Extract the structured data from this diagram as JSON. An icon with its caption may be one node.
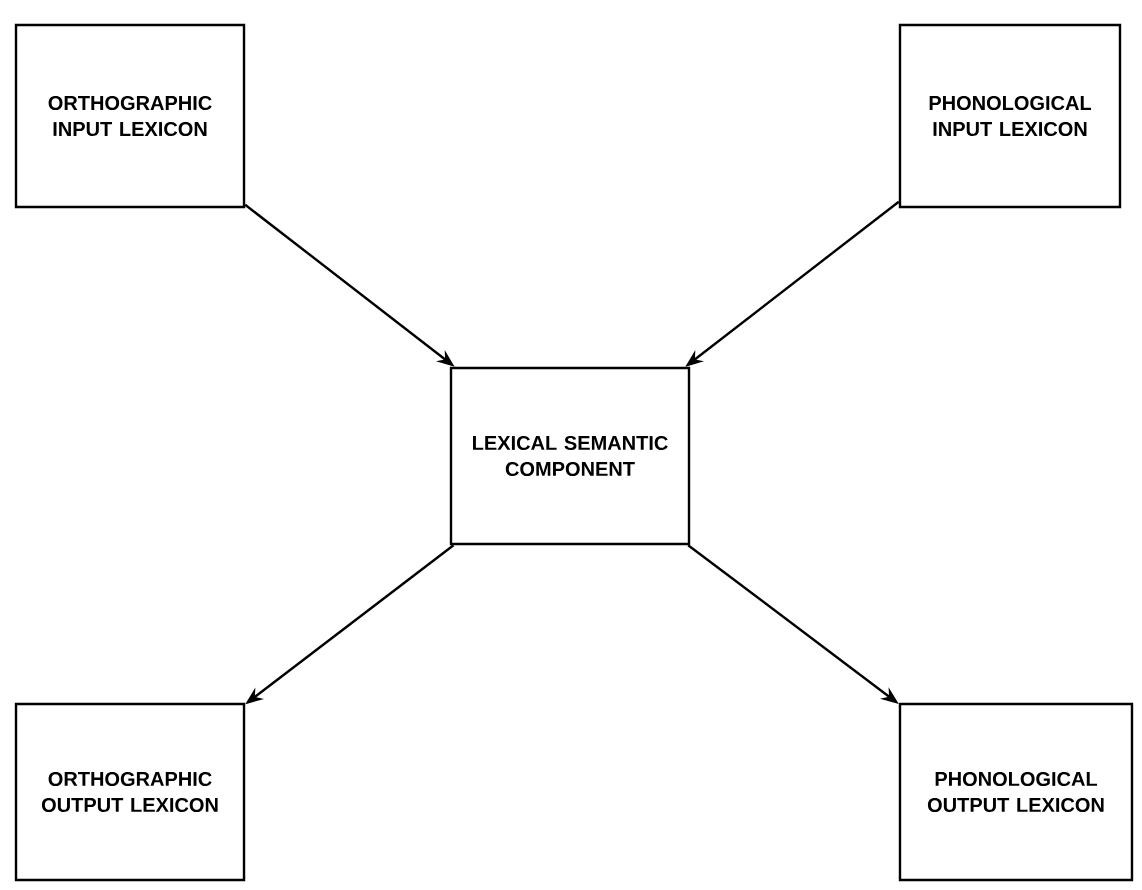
{
  "diagram": {
    "nodes": [
      {
        "text": [
          "ORTHOGRAPHIC INPUT LEXICON"
        ]
      },
      {
        "text": [
          "PHONOLOGICAL INPUT LEXICON"
        ]
      },
      {
        "text": [
          "LEXICAL SEMANTIC COMPONENT"
        ]
      },
      {
        "text": [
          "ORTHOGRAPHIC OUTPUT LEXICON"
        ]
      },
      {
        "text": [
          "PHONOLOGICAL OUTPUT LEXICON"
        ]
      }
    ],
    "edges": [
      {
        "from": 0,
        "to": 2,
        "arrow": "to"
      },
      {
        "from": 1,
        "to": 2,
        "arrow": "to"
      },
      {
        "from": 2,
        "to": 3,
        "arrow": "to"
      },
      {
        "from": 2,
        "to": 4,
        "arrow": "to"
      }
    ]
  }
}
